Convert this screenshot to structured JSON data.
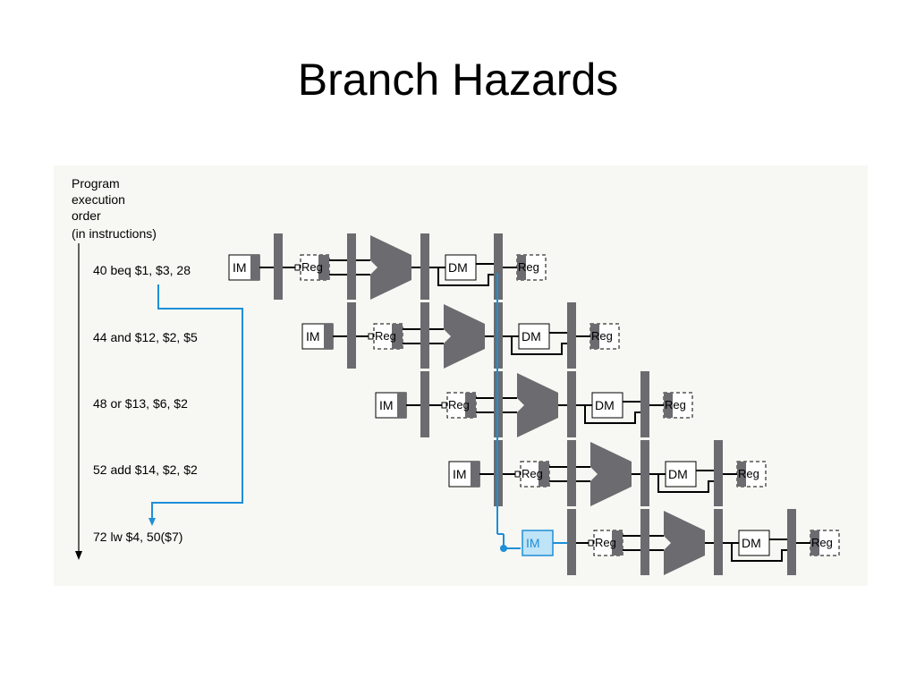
{
  "title": "Branch Hazards",
  "axis_label": [
    "Program",
    "execution",
    "order",
    "(in instructions)"
  ],
  "instructions": [
    "40 beq $1, $3, 28",
    "44 and $12, $2, $5",
    "48 or $13, $6, $2",
    "52 add $14, $2, $2",
    "72 lw $4, 50($7)"
  ],
  "stage_labels": {
    "im": "IM",
    "reg": "Reg",
    "dm": "DM"
  },
  "colors": {
    "dark_unit": "#6b6b70",
    "highlight": "#1e8fd8",
    "highlight_fill": "#bfe3f7",
    "line": "#000000",
    "panel": "#f7f7f3"
  }
}
